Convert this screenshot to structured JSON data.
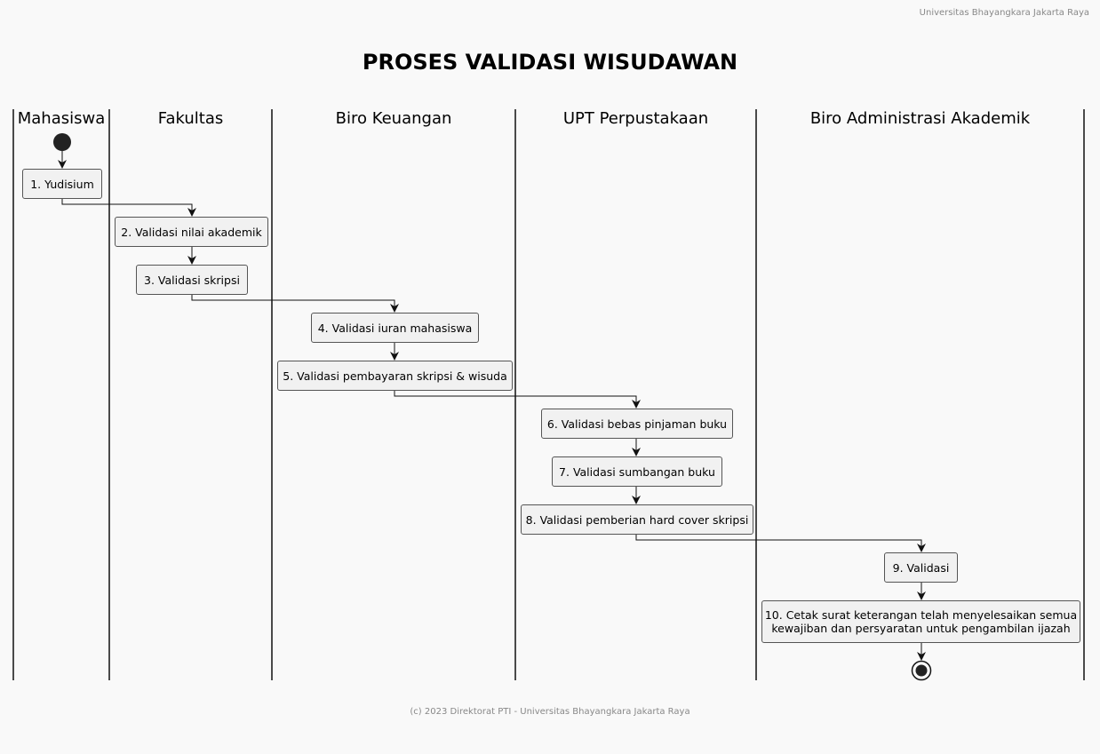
{
  "header_note": "Universitas Bhayangkara Jakarta Raya",
  "title": "PROSES VALIDASI WISUDAWAN",
  "footer": "(c) 2023 Direktorat PTI - Universitas Bhayangkara Jakarta Raya",
  "lanes": [
    {
      "label": "Mahasiswa"
    },
    {
      "label": "Fakultas"
    },
    {
      "label": "Biro Keuangan"
    },
    {
      "label": "UPT Perpustakaan"
    },
    {
      "label": "Biro Administrasi Akademik"
    }
  ],
  "activities": [
    {
      "label": "1. Yudisium"
    },
    {
      "label": "2. Validasi nilai akademik"
    },
    {
      "label": "3. Validasi skripsi"
    },
    {
      "label": "4. Validasi iuran mahasiswa"
    },
    {
      "label": "5. Validasi pembayaran skripsi & wisuda"
    },
    {
      "label": "6. Validasi bebas pinjaman buku"
    },
    {
      "label": "7. Validasi sumbangan buku"
    },
    {
      "label": "8. Validasi pemberian hard cover skripsi"
    },
    {
      "label": "9. Validasi"
    },
    {
      "line1": "10. Cetak surat keterangan telah menyelesaikan semua",
      "line2": "kewajiban dan persyaratan untuk pengambilan ijazah"
    }
  ],
  "colors": {
    "node": "#222222",
    "line": "#111111",
    "box_fill": "#f1f1f1",
    "box_border": "#555555",
    "muted_text": "#888888"
  }
}
